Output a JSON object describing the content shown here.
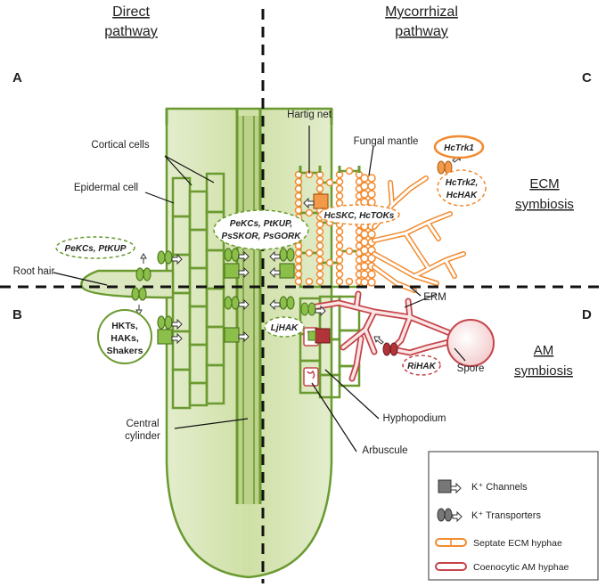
{
  "headers": {
    "direct_line1": "Direct",
    "direct_line2": "pathway",
    "myco_line1": "Mycorrhizal",
    "myco_line2": "pathway"
  },
  "panels": {
    "a": "A",
    "b": "B",
    "c": "C",
    "d": "D"
  },
  "labels": {
    "cortical_cells": "Cortical cells",
    "epidermal_cell": "Epidermal cell",
    "root_hair": "Root hair",
    "central_cylinder_1": "Central",
    "central_cylinder_2": "cylinder",
    "hartig_net": "Hartig net",
    "fungal_mantle": "Fungal mantle",
    "erm": "ERM",
    "spore": "Spore",
    "hyphopodium": "Hyphopodium",
    "arbuscule": "Arbuscule",
    "ecm_1": "ECM",
    "ecm_2": "symbiosis",
    "am_1": "AM",
    "am_2": "symbiosis"
  },
  "bubbles": {
    "pe_kcs_ptkup": "PeKCs, PtKUP",
    "center_1": "PeKCs, PtKUP,",
    "center_2": "PsSKOR, PsGORK",
    "hkts_1": "HKTs,",
    "hkts_2": "HAKs,",
    "hkts_3": "Shakers",
    "hcskc": "HcSKC, HcTOKs",
    "hctrk1": "HcTrk1",
    "hctrk2_1": "HcTrk2,",
    "hctrk2_2": "HcHAK",
    "ljhak": "LjHAK",
    "rihak": "RiHAK"
  },
  "legend": {
    "channels": "K⁺ Channels",
    "transporters": "K⁺ Transporters",
    "septate": "Septate ECM hyphae",
    "coenocytic": "Coenocytic AM hyphae"
  },
  "colors": {
    "green": "#6a9a30",
    "green_fill": "#d9e7b8",
    "orange": "#f28a2e",
    "orange_fill": "#f29a4a",
    "red": "#c5444a",
    "red_light": "#e8a7a9"
  }
}
